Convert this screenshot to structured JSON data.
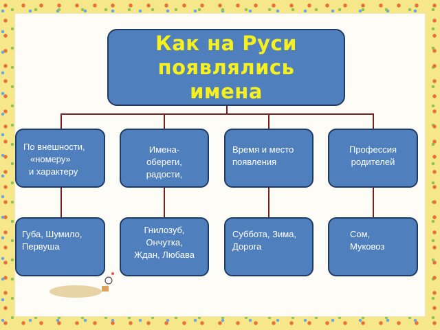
{
  "title": {
    "line1": "Как на Руси",
    "line2": "появлялись",
    "line3": "имена"
  },
  "categories": [
    {
      "lines": [
        "По внешности,",
        "«номеру»",
        "и характеру"
      ]
    },
    {
      "lines": [
        "Имена-",
        "обереги,",
        "радости,"
      ]
    },
    {
      "lines": [
        "Время и место",
        "появления"
      ]
    },
    {
      "lines": [
        "Профессия",
        "родителей"
      ]
    }
  ],
  "examples": [
    {
      "lines": [
        "Губа, Шумило,",
        "Первуша"
      ]
    },
    {
      "lines": [
        "Гнилозуб,",
        "Ончутка,",
        "Ждан, Любава"
      ]
    },
    {
      "lines": [
        "Суббота, Зима,",
        "Дорога"
      ]
    },
    {
      "lines": [
        "Сом,",
        "Муковоз"
      ]
    }
  ],
  "colors": {
    "box_fill": "#4f7fbd",
    "box_border": "#1f3a63",
    "title_text": "#f5f01e",
    "connector": "#7a1f1f"
  }
}
